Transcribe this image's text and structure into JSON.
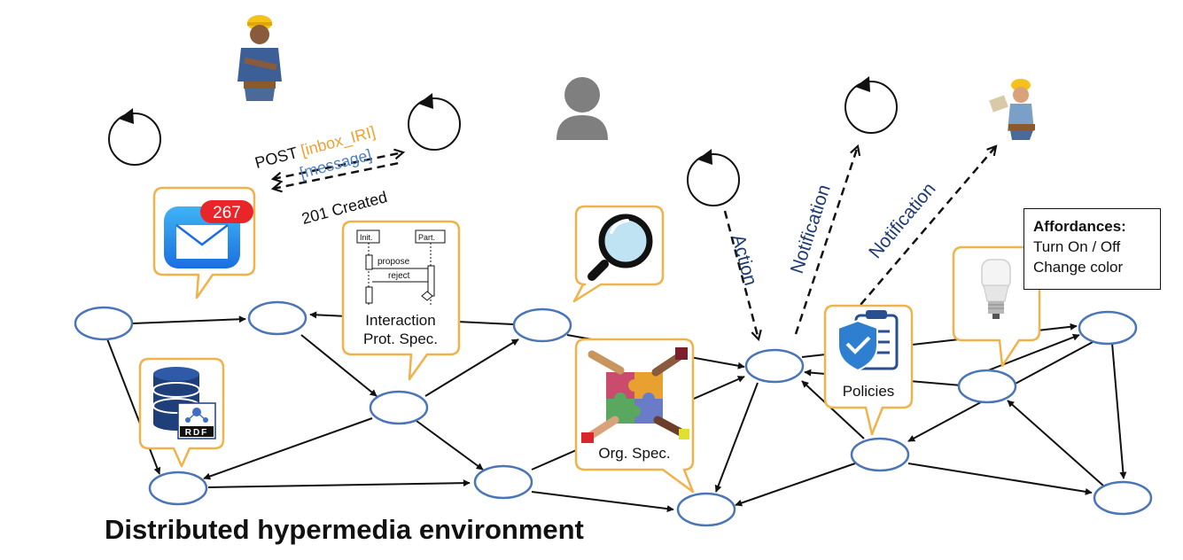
{
  "title": "Distributed hypermedia environment",
  "colors": {
    "node_stroke": "#4a76b8",
    "bubble_stroke": "#f0b24a",
    "arrow": "#111111",
    "label_navy": "#1f3b73",
    "label_orange": "#f0a030",
    "label_blue": "#4a7fc8",
    "badge_red": "#e8262a",
    "person_gray": "#7f7f7f"
  },
  "messaging": {
    "post_prefix": "POST ",
    "inbox": "[inbox_IRI]",
    "message": "[message]",
    "response": "201 Created"
  },
  "mail": {
    "badge_count": "267",
    "icon": "mail-icon"
  },
  "interaction_protocol": {
    "label_line1": "Interaction",
    "label_line2": "Prot. Spec.",
    "lifeline_left": "Init.",
    "lifeline_right": "Part.",
    "msg1": "propose",
    "msg2": "reject"
  },
  "database": {
    "badge": "RDF",
    "icon": "database-icon"
  },
  "search": {
    "icon": "magnifier-icon"
  },
  "org_spec": {
    "label": "Org. Spec.",
    "icon": "puzzle-hands-icon"
  },
  "policies": {
    "label": "Policies",
    "icon": "shield-clipboard-icon"
  },
  "lamp": {
    "icon": "lightbulb-icon"
  },
  "affordances": {
    "heading": "Affordances:",
    "line1": "Turn On / Off",
    "line2": "Change color"
  },
  "flows": {
    "action": "Action",
    "notification_1": "Notification",
    "notification_2": "Notification"
  }
}
